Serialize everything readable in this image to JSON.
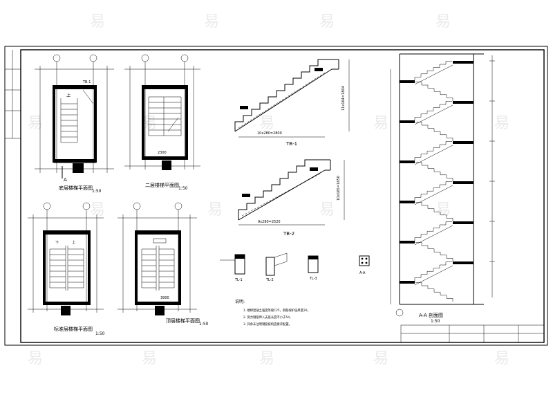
{
  "drawing": {
    "plan_titles": {
      "ground_floor": "底层楼梯平面图",
      "floor_two": "二层楼梯平面图",
      "standard_floor": "标准层楼梯平面图",
      "top_floor": "顶层楼梯平面图"
    },
    "scale": "1:50",
    "stair_labels": {
      "tb1": "TB-1",
      "tb2": "TB-2",
      "tb1_span": "10x280=2800",
      "tb2_span": "9x280=2520",
      "tb1_height": "11x164=1804",
      "tb2_height": "10x165=1650"
    },
    "section_title": "A-A 剖面图",
    "section_mark": "A",
    "beam_labels": [
      "TL-1",
      "TL-2",
      "TL-3",
      "A-A"
    ],
    "notes_heading": "说明:",
    "notes": [
      "1. 楼梯混凝土强度等级C25，钢筋保护层厚度20。",
      "2. 受力钢筋伸入支座长度不小于5d。",
      "3. 其余未注明钢筋按构造要求配置。"
    ],
    "plan_annotations": {
      "up": "上",
      "down": "下",
      "dim_2300": "2300",
      "dim_3900": "3900"
    },
    "watermark": "易"
  }
}
